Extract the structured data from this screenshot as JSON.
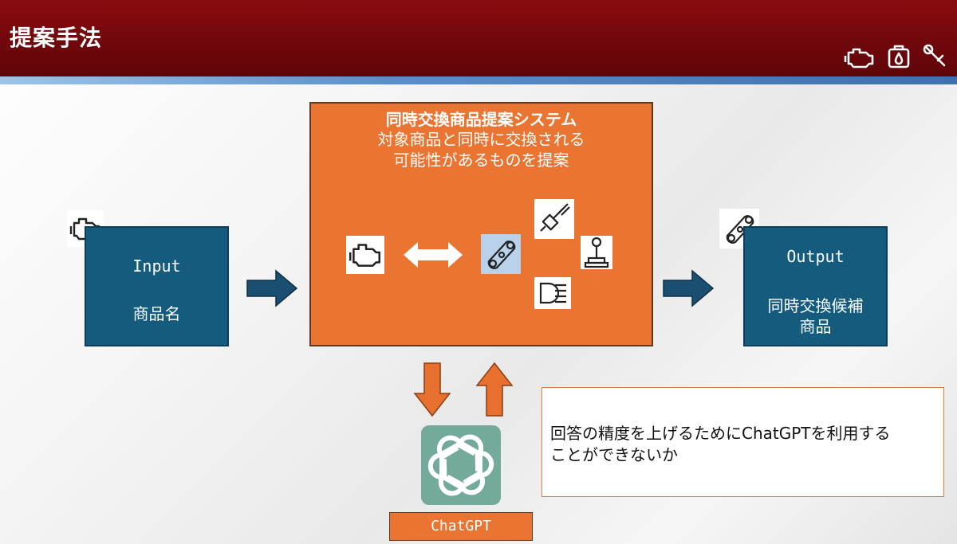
{
  "slide": {
    "title": "提案手法"
  },
  "input_box": {
    "heading": "Input",
    "label": "商品名"
  },
  "system_box": {
    "title": "同時交換商品提案システム",
    "desc_line1": "対象商品と同時に交換される",
    "desc_line2": "可能性があるものを提案"
  },
  "output_box": {
    "heading": "Output",
    "label_line1": "同時交換候補",
    "label_line2": "商品"
  },
  "note": {
    "line1": "回答の精度を上げるためにChatGPTを利用する",
    "line2": "ことができないか"
  },
  "chatgpt": {
    "label": "ChatGPT"
  },
  "icons": {
    "header": [
      "engine-icon",
      "oil-can-icon",
      "wrench-icon"
    ],
    "input": "engine-icon",
    "output": "belt-icon",
    "system": [
      "engine-icon",
      "double-arrow-icon",
      "belt-icon",
      "spark-plug-icon",
      "gear-shift-icon",
      "headlight-icon"
    ],
    "gpt": "openai-logo-icon"
  },
  "colors": {
    "header": "#7a080c",
    "navy_box": "#145b7e",
    "orange_box": "#ea7431",
    "arrow_navy": "#1b4f72",
    "arrow_orange": "#e8702e",
    "gpt_logo_bg": "#74aa9c"
  }
}
